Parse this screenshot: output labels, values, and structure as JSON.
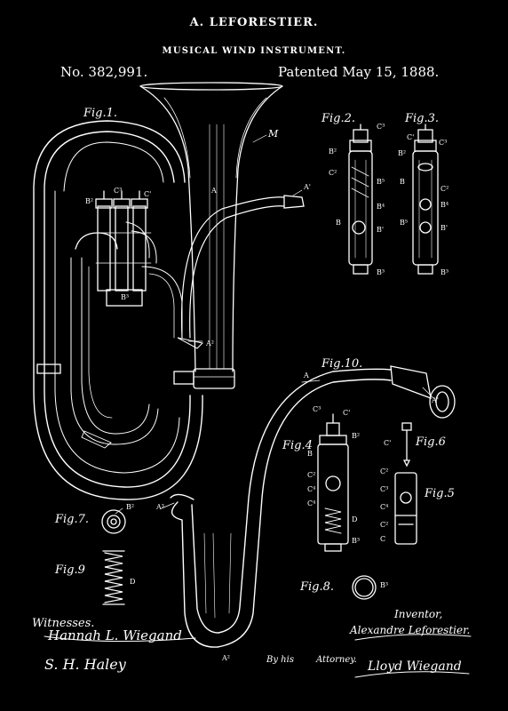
{
  "header": {
    "inventor_name": "A. LEFORESTIER.",
    "subtitle": "MUSICAL WIND INSTRUMENT.",
    "patent_number": "No. 382,991.",
    "patent_date": "Patented May 15, 1888."
  },
  "figures": {
    "fig1": "Fig.1.",
    "fig2": "Fig.2.",
    "fig3": "Fig.3.",
    "fig4": "Fig.4",
    "fig5": "Fig.5",
    "fig6": "Fig.6",
    "fig7": "Fig.7.",
    "fig8": "Fig.8.",
    "fig9": "Fig.9",
    "fig10": "Fig.10."
  },
  "labels": {
    "M": "M",
    "A_prime": "A'",
    "A": "A",
    "A2": "A²",
    "A3": "A³",
    "B": "B",
    "B_prime": "B'",
    "B2": "B²",
    "B3": "B³",
    "B4": "B⁴",
    "B5": "B⁵",
    "C": "C",
    "C_prime": "C'",
    "C2": "C²",
    "C3": "C³",
    "C4": "C⁴",
    "D": "D"
  },
  "signatures": {
    "witnesses_label": "Witnesses.",
    "witness_1": "Hannah L. Wiegand",
    "witness_2": "S. H. Haley",
    "inventor_label": "Inventor,",
    "inventor_signature": "Alexandre Leforestier.",
    "by_his": "By his",
    "attorney_label": "Attorney.",
    "attorney_signature": "Lloyd Wiegand"
  }
}
